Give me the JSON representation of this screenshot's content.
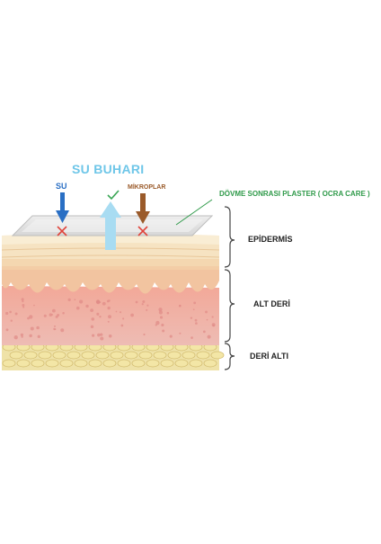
{
  "title": "SU BUHARI",
  "labels": {
    "water": "SU",
    "microbes": "MİKROPLAR",
    "patch": "DÖVME SONRASI PLASTER ( OCRA CARE )"
  },
  "layers": [
    {
      "name": "EPİDERMİS"
    },
    {
      "name": "ALT DERİ"
    },
    {
      "name": "DERİ ALTI"
    }
  ],
  "colors": {
    "title": "#6ec6e8",
    "water": "#2a6fc4",
    "vapor": "#a8dcf2",
    "microbes": "#9a5a2a",
    "patch_line": "#2f9a4a",
    "cross": "#e0433a",
    "check": "#3aa655",
    "epidermis": "#f6e3c2",
    "dermis": "#efb0a0",
    "subcutis": "#efe2a8"
  },
  "icons": [
    "down-arrow-icon",
    "up-arrow-icon",
    "cross-icon",
    "check-icon",
    "brace-icon"
  ]
}
